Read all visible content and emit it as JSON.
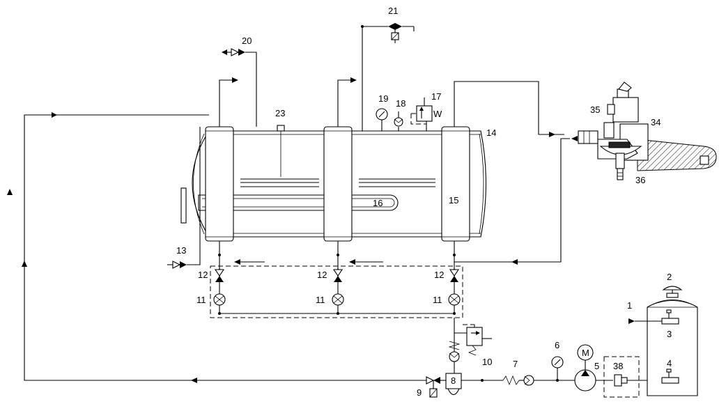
{
  "labels": {
    "l1": "1",
    "l2": "2",
    "l3": "3",
    "l4": "4",
    "l5": "5",
    "l6": "6",
    "l7": "7",
    "l8": "8",
    "l9": "9",
    "l10": "10",
    "l11a": "11",
    "l11b": "11",
    "l11c": "11",
    "l12a": "12",
    "l12b": "12",
    "l12c": "12",
    "l13": "13",
    "l14": "14",
    "l15": "15",
    "l16": "16",
    "l17": "17",
    "l18": "18",
    "l19": "19",
    "l20": "20",
    "l21": "21",
    "l23": "23",
    "l34": "34",
    "l35": "35",
    "l36": "36",
    "l38": "38",
    "motor": "M",
    "spring": "W"
  }
}
